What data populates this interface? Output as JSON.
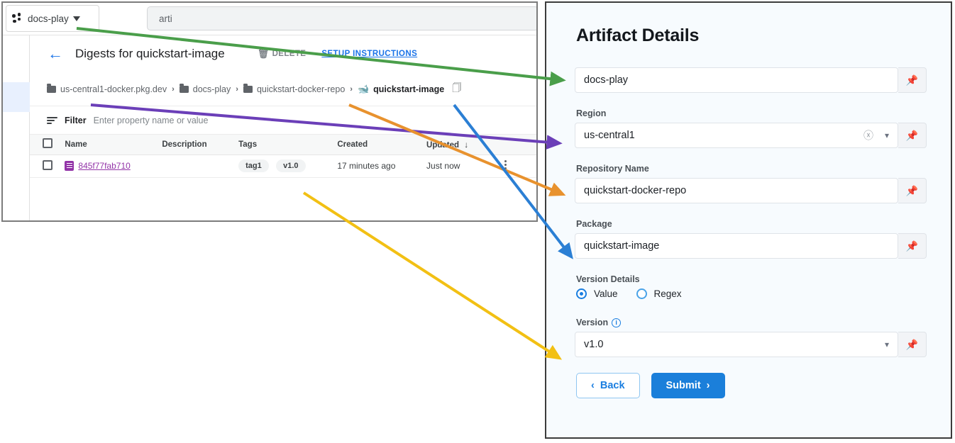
{
  "console": {
    "project_selector": {
      "label": "docs-play",
      "icon": "project-dots-icon"
    },
    "search": {
      "value": "arti"
    },
    "page": {
      "back_icon": "back-arrow-icon",
      "title": "Digests for quickstart-image",
      "actions": {
        "delete_label": "DELETE",
        "setup_label": "SETUP INSTRUCTIONS"
      }
    },
    "breadcrumb": {
      "items": [
        {
          "label": "us-central1-docker.pkg.dev",
          "icon": "folder-icon"
        },
        {
          "label": "docs-play",
          "icon": "folder-icon"
        },
        {
          "label": "quickstart-docker-repo",
          "icon": "folder-icon"
        },
        {
          "label": "quickstart-image",
          "icon": "docker-icon"
        }
      ],
      "separator": "›",
      "copy_icon": "copy-icon"
    },
    "filter": {
      "label": "Filter",
      "placeholder": "Enter property name or value"
    },
    "table": {
      "columns": [
        "Name",
        "Description",
        "Tags",
        "Created",
        "Updated"
      ],
      "sorted_column": "Updated",
      "sort_arrow": "↓",
      "rows": [
        {
          "name": "845f77fab710",
          "description": "",
          "tags": [
            "tag1",
            "v1.0"
          ],
          "created": "17 minutes ago",
          "updated": "Just now"
        }
      ]
    }
  },
  "details": {
    "title": "Artifact Details",
    "project": {
      "value": "docs-play"
    },
    "region": {
      "label": "Region",
      "value": "us-central1"
    },
    "repository": {
      "label": "Repository Name",
      "value": "quickstart-docker-repo"
    },
    "package": {
      "label": "Package",
      "value": "quickstart-image"
    },
    "version_details": {
      "label": "Version Details",
      "options": [
        "Value",
        "Regex"
      ],
      "selected": "Value"
    },
    "version": {
      "label": "Version",
      "value": "v1.0",
      "info_icon": "info-icon"
    },
    "buttons": {
      "back": "Back",
      "submit": "Submit"
    },
    "pin_icon": "pin-icon",
    "clear_icon": "clear-icon",
    "chevron_icon": "chevron-down-icon"
  },
  "annotations": {
    "arrows": [
      {
        "name": "arrow-project",
        "color": "#4a9e4a"
      },
      {
        "name": "arrow-region",
        "color": "#6b3fb8"
      },
      {
        "name": "arrow-repository",
        "color": "#e8922e"
      },
      {
        "name": "arrow-package",
        "color": "#2b7fd4"
      },
      {
        "name": "arrow-version",
        "color": "#f2c014"
      }
    ]
  }
}
